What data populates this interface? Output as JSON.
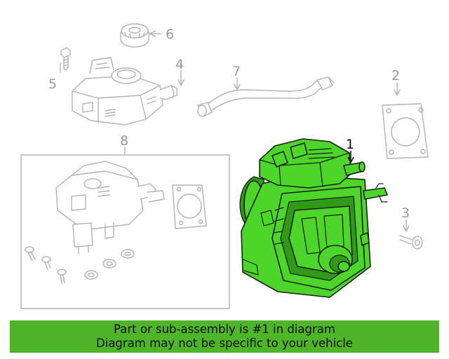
{
  "colors": {
    "highlight": "#4cd62a",
    "highlight_dark": "#2f9a16",
    "banner": "#4fb528"
  },
  "callouts": {
    "c1": "1",
    "c2": "2",
    "c3": "3",
    "c4": "4",
    "c5": "5",
    "c6": "6",
    "c7": "7",
    "c8": "8"
  },
  "banner": {
    "line1": "Part or sub-assembly is #1 in diagram",
    "line2": "Diagram may not be specific to your vehicle"
  }
}
